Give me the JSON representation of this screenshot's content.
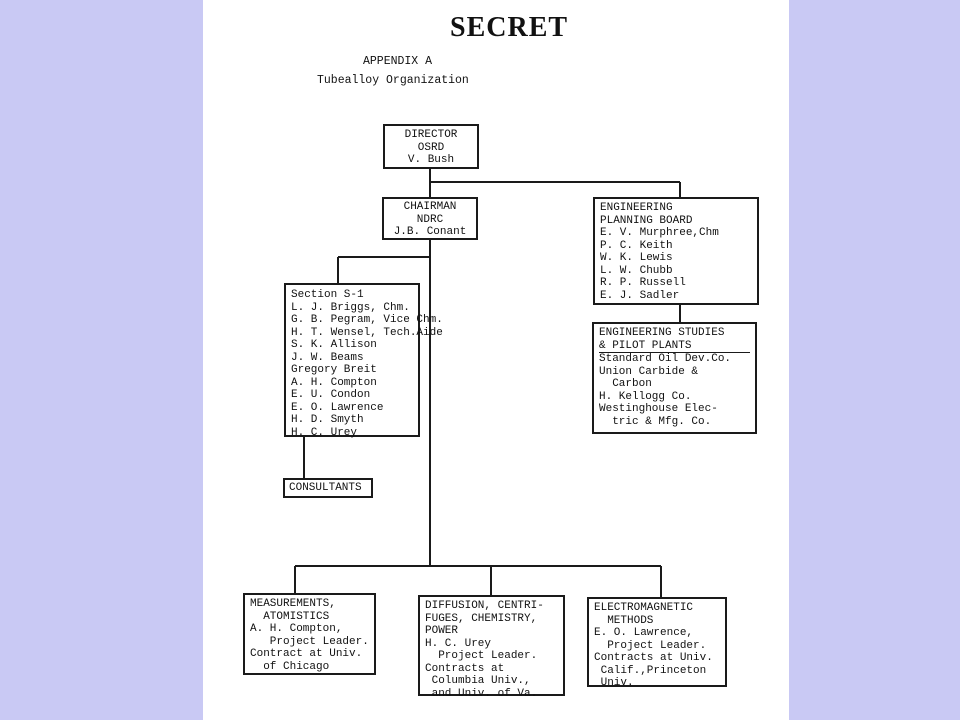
{
  "document": {
    "classification": "SECRET",
    "appendix": "APPENDIX A",
    "title": "Tubealloy Organization"
  },
  "boxes": {
    "director": [
      "DIRECTOR",
      "OSRD",
      "V. Bush"
    ],
    "chairman": [
      "CHAIRMAN",
      "NDRC",
      "J.B. Conant"
    ],
    "planning_board": [
      "ENGINEERING",
      "PLANNING BOARD",
      "E. V. Murphree,Chm",
      "P. C. Keith",
      "W. K. Lewis",
      "L. W. Chubb",
      "R. P. Russell",
      "E. J. Sadler"
    ],
    "section": [
      "Section S-1",
      "L. J. Briggs, Chm.",
      "G. B. Pegram, Vice Chm.",
      "H. T. Wensel, Tech.Aide",
      "S. K. Allison",
      "J. W. Beams",
      "Gregory Breit",
      "A. H. Compton",
      "E. U. Condon",
      "E. O. Lawrence",
      "H. D. Smyth",
      "H. C. Urey"
    ],
    "studies": [
      "ENGINEERING STUDIES",
      "& PILOT PLANTS",
      "Standard Oil Dev.Co.",
      "Union Carbide &",
      "  Carbon",
      "H. Kellogg Co.",
      "Westinghouse Elec-",
      "  tric & Mfg. Co."
    ],
    "consultants": [
      "CONSULTANTS"
    ],
    "measurements": [
      "MEASUREMENTS,",
      "  ATOMISTICS",
      "A. H. Compton,",
      "   Project Leader.",
      "Contract at Univ.",
      "  of Chicago"
    ],
    "diffusion": [
      "DIFFUSION, CENTRI-",
      "FUGES, CHEMISTRY,",
      "POWER",
      "H. C. Urey",
      "  Project Leader.",
      "Contracts at",
      " Columbia Univ.,",
      " and Univ. of Va."
    ],
    "electromagnetic": [
      "ELECTROMAGNETIC",
      "  METHODS",
      "E. O. Lawrence,",
      "  Project Leader.",
      "Contracts at Univ.",
      " Calif.,Princeton",
      " Univ."
    ]
  }
}
